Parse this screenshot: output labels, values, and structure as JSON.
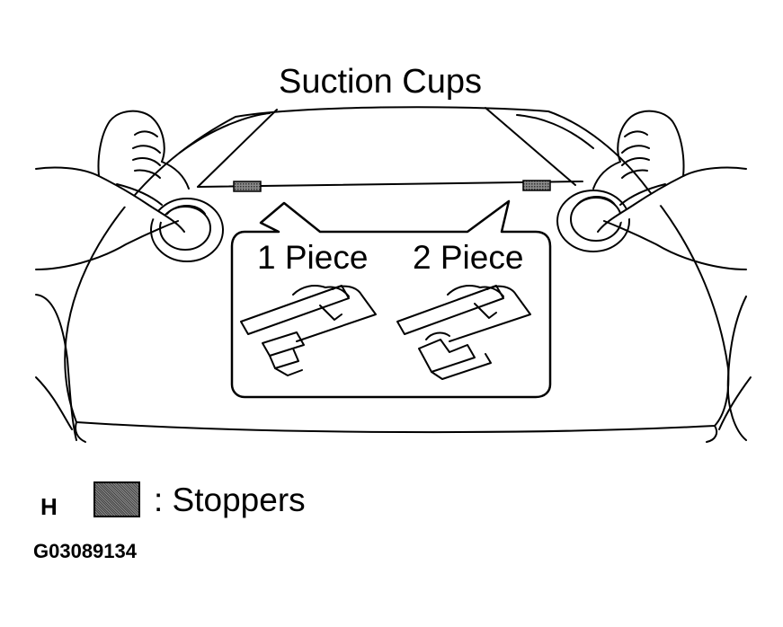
{
  "title": "Suction Cups",
  "inset": {
    "left_label": "1 Piece",
    "right_label": "2 Piece"
  },
  "legend": {
    "key": "H",
    "text": ": Stoppers",
    "swatch_color": "#666666"
  },
  "figure_code": "G03089134"
}
